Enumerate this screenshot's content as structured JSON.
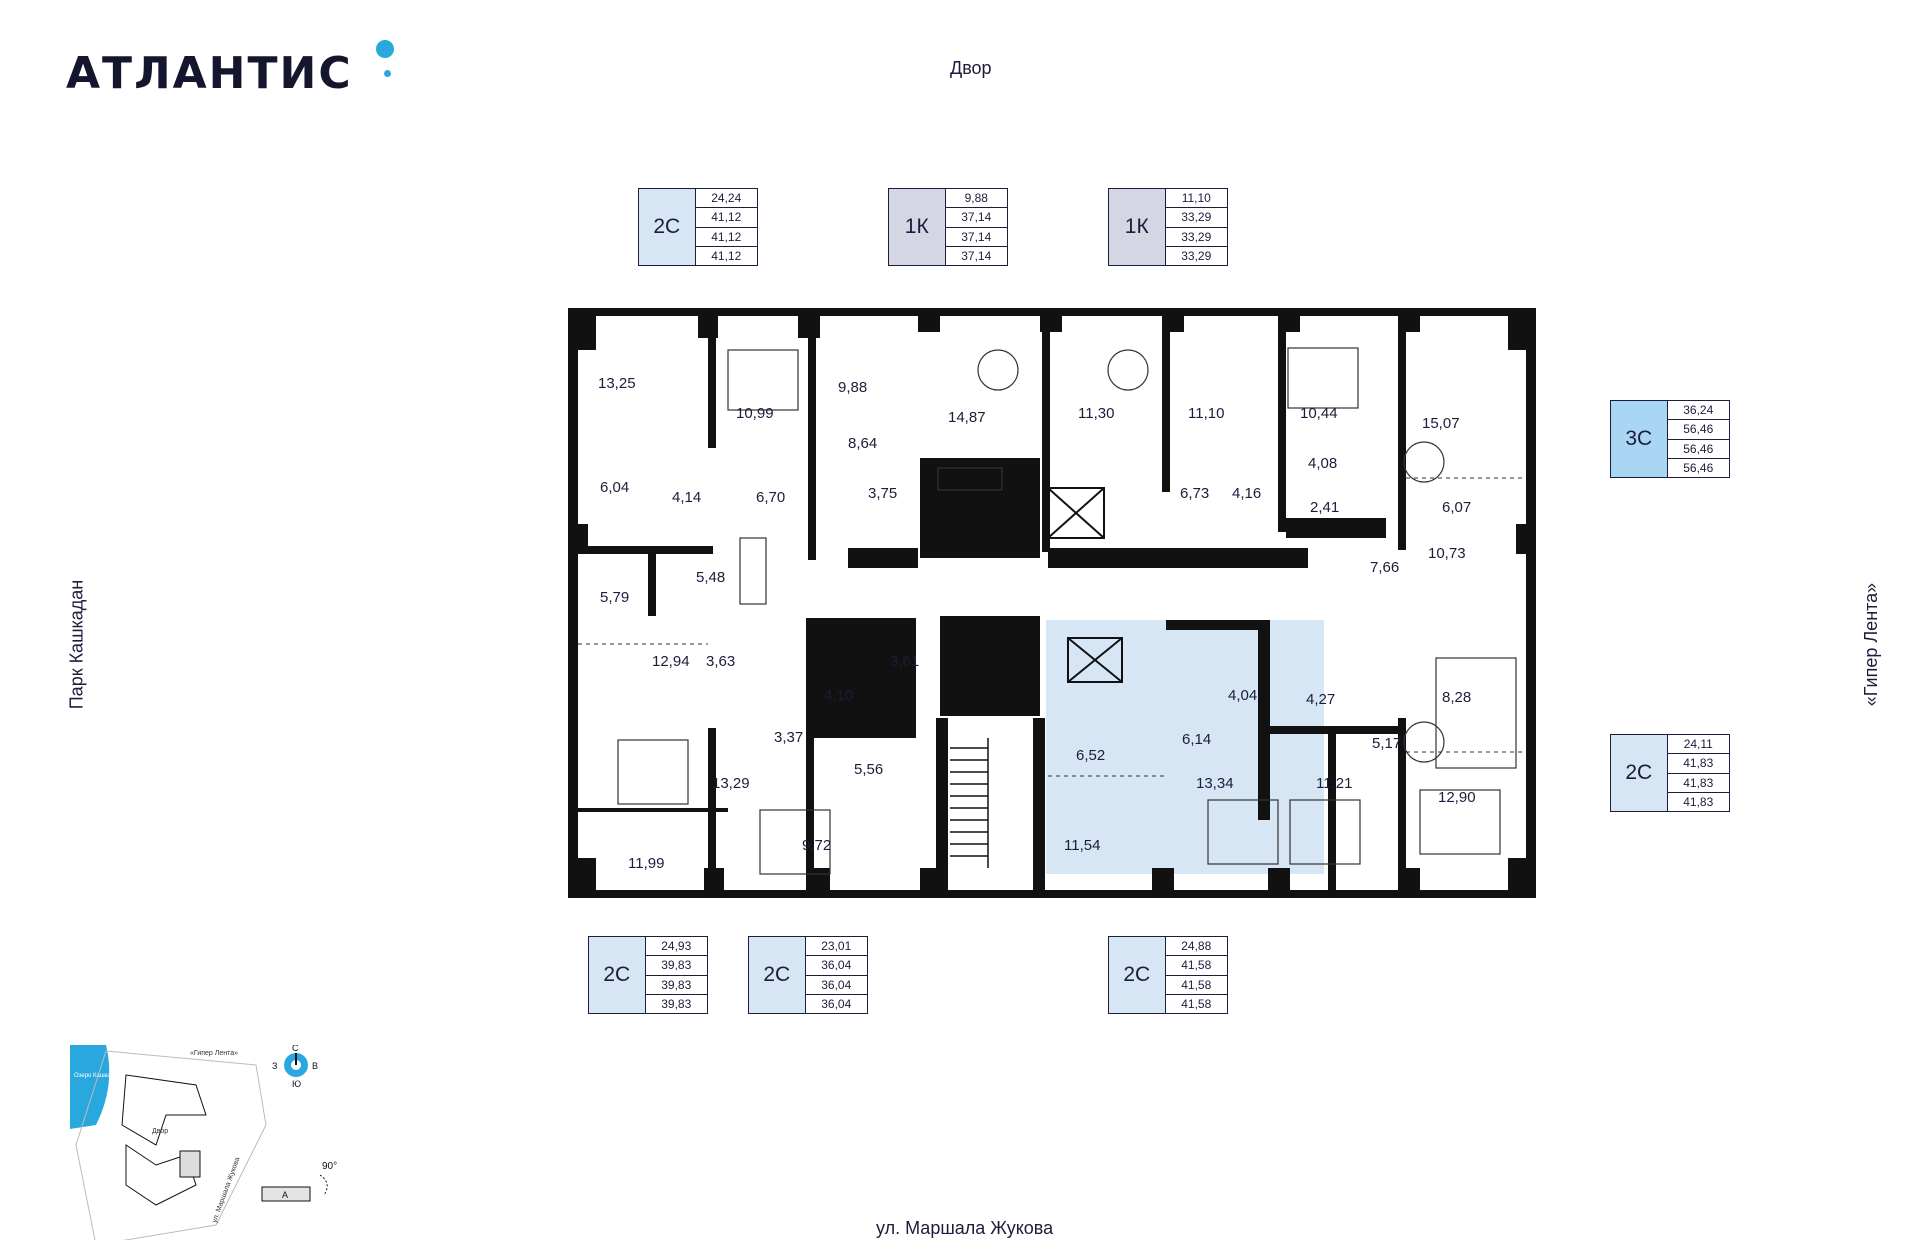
{
  "logo": {
    "text": "АТЛАНТИС"
  },
  "streets": {
    "top": "Двор",
    "bottom": "ул. Маршала Жукова",
    "left": "Парк Кашкадан",
    "right": "«Гипер Лента»"
  },
  "apartments": [
    {
      "code": "2С",
      "values": [
        "24,24",
        "41,12",
        "41,12",
        "41,12"
      ],
      "type": "2c"
    },
    {
      "code": "1К",
      "values": [
        "9,88",
        "37,14",
        "37,14",
        "37,14"
      ],
      "type": "1k"
    },
    {
      "code": "1К",
      "values": [
        "11,10",
        "33,29",
        "33,29",
        "33,29"
      ],
      "type": "1k"
    },
    {
      "code": "3С",
      "values": [
        "36,24",
        "56,46",
        "56,46",
        "56,46"
      ],
      "type": "3c"
    },
    {
      "code": "2С",
      "values": [
        "24,11",
        "41,83",
        "41,83",
        "41,83"
      ],
      "type": "2c"
    },
    {
      "code": "2С",
      "values": [
        "24,93",
        "39,83",
        "39,83",
        "39,83"
      ],
      "type": "2c"
    },
    {
      "code": "2С",
      "values": [
        "23,01",
        "36,04",
        "36,04",
        "36,04"
      ],
      "type": "2c"
    },
    {
      "code": "2С",
      "values": [
        "24,88",
        "41,58",
        "41,58",
        "41,58"
      ],
      "type": "2c"
    }
  ],
  "rooms": [
    "13,25",
    "10,99",
    "9,88",
    "14,87",
    "8,64",
    "11,30",
    "11,10",
    "10,44",
    "15,07",
    "6,04",
    "4,14",
    "6,70",
    "3,75",
    "6,73",
    "4,16",
    "4,08",
    "2,41",
    "6,07",
    "5,48",
    "5,79",
    "7,66",
    "10,73",
    "12,94",
    "3,63",
    "3,61",
    "4,10",
    "4,04",
    "4,27",
    "8,28",
    "3,37",
    "5,56",
    "6,52",
    "6,14",
    "5,17",
    "13,29",
    "13,34",
    "11,21",
    "12,90",
    "9,72",
    "11,54",
    "11,99"
  ],
  "minimap": {
    "compass": {
      "n": "С",
      "s": "Ю",
      "w": "З",
      "e": "В"
    },
    "labels": {
      "giper": "«Гипер Лента»",
      "lake": "Озеро Кашкадан",
      "yard": "Двор",
      "street": "ул. Маршала Жукова"
    },
    "rotation": "90°",
    "section": "А"
  },
  "colors": {
    "accent": "#29a8e0",
    "wall": "#111111",
    "highlight": "#d6e6f5"
  }
}
